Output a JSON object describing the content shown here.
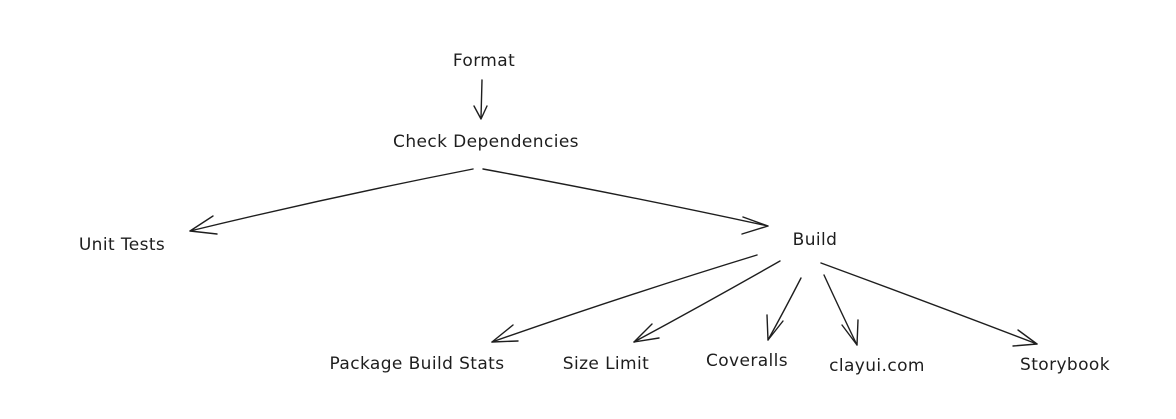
{
  "nodes": {
    "format": "Format",
    "check_dependencies": "Check Dependencies",
    "unit_tests": "Unit Tests",
    "build": "Build",
    "package_build_stats": "Package Build Stats",
    "size_limit": "Size Limit",
    "coveralls": "Coveralls",
    "clayui_com": "clayui.com",
    "storybook": "Storybook"
  },
  "edges": [
    {
      "from": "format",
      "to": "check_dependencies"
    },
    {
      "from": "check_dependencies",
      "to": "unit_tests"
    },
    {
      "from": "check_dependencies",
      "to": "build"
    },
    {
      "from": "build",
      "to": "package_build_stats"
    },
    {
      "from": "build",
      "to": "size_limit"
    },
    {
      "from": "build",
      "to": "coveralls"
    },
    {
      "from": "build",
      "to": "clayui_com"
    },
    {
      "from": "build",
      "to": "storybook"
    }
  ],
  "colors": {
    "ink": "#1e1e1e",
    "background": "#ffffff"
  }
}
